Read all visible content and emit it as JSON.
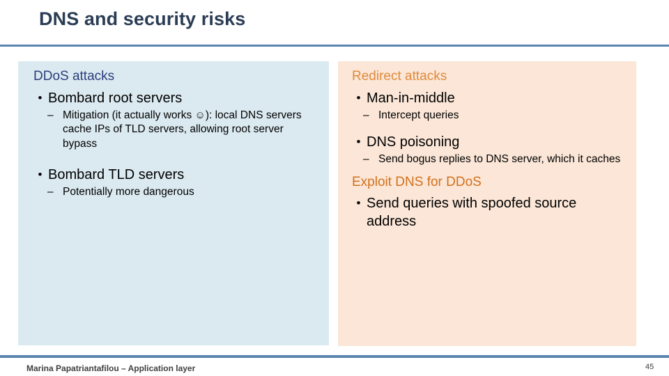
{
  "slide": {
    "title": "DNS and security risks",
    "page_number": "45",
    "footer": "Marina Papatriantafilou –  Application layer",
    "colors": {
      "title": "#2b3d55",
      "rule": "#5b84ad",
      "left_panel_bg": "#dbeaf1",
      "right_panel_bg": "#fbe6d7",
      "heading_blue": "#2b3d7a",
      "heading_orange": "#e08a3c",
      "heading_orange_strong": "#d2711c",
      "body_text": "#000000"
    }
  },
  "left_column": {
    "heading": "DDoS attacks",
    "items": [
      {
        "level": 1,
        "marker": "•",
        "text": "Bombard root servers"
      },
      {
        "level": 2,
        "marker": "–",
        "text_before_smiley": "Mitigation (it actually works ",
        "smiley": "☺",
        "text_after_smiley": "): local DNS servers cache IPs of TLD servers, allowing root server bypass"
      },
      {
        "level": 1,
        "marker": "•",
        "text": "Bombard TLD servers"
      },
      {
        "level": 2,
        "marker": "–",
        "text": "Potentially more dangerous"
      }
    ]
  },
  "right_column": {
    "heading_1": "Redirect attacks",
    "heading_2": "Exploit DNS for DDoS",
    "items_group_1": [
      {
        "level": 1,
        "marker": "•",
        "text": "Man-in-middle"
      },
      {
        "level": 2,
        "marker": "–",
        "text": "Intercept queries"
      },
      {
        "level": 1,
        "marker": "•",
        "text": "DNS poisoning"
      },
      {
        "level": 2,
        "marker": "–",
        "text": "Send bogus replies to DNS server, which it caches"
      }
    ],
    "items_group_2": [
      {
        "level": 1,
        "marker": "•",
        "text": "Send queries with spoofed source address"
      }
    ]
  }
}
